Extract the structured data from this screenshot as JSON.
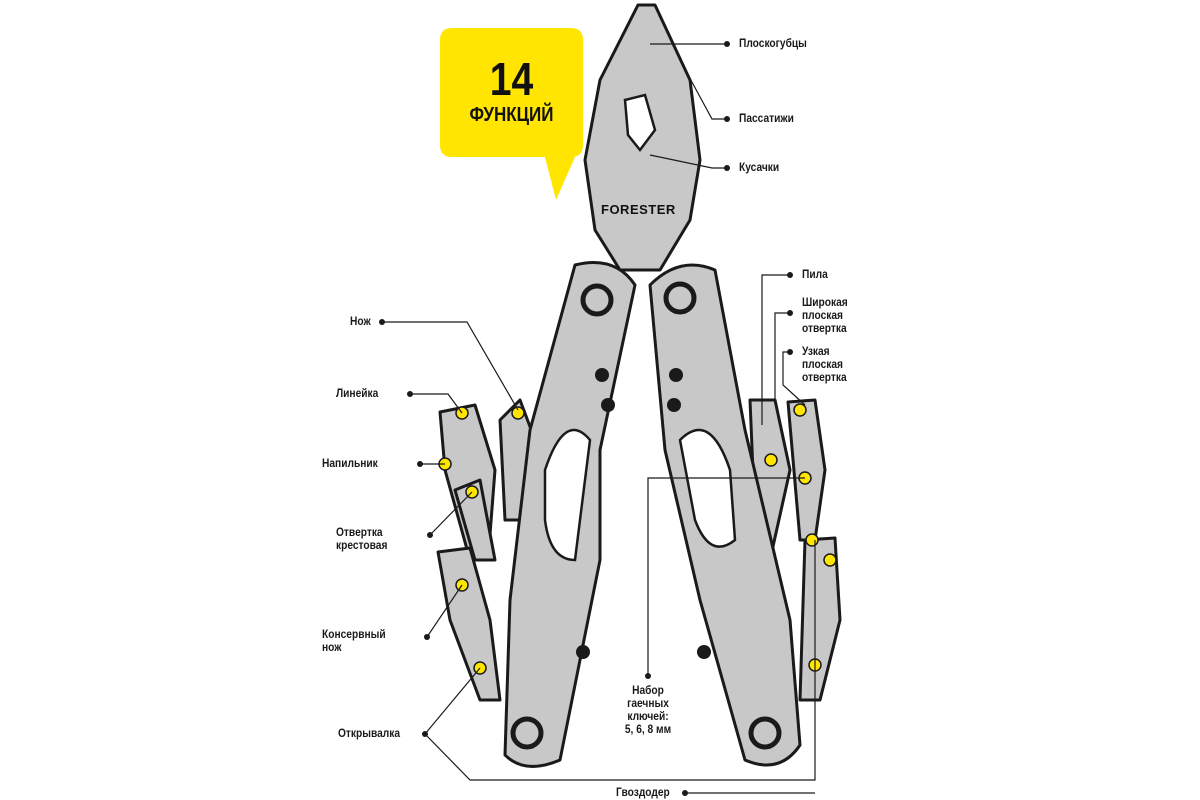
{
  "callout": {
    "number": "14",
    "text": "ФУНКЦИЙ",
    "color": "#ffe500"
  },
  "brand": "FORESTER",
  "labels": {
    "pliers": "Плоскогубцы",
    "combination_pliers": "Пассатижи",
    "wire_cutters": "Кусачки",
    "saw": "Пила",
    "wide_screwdriver": [
      "Широкая",
      "плоская",
      "отвертка"
    ],
    "narrow_screwdriver": [
      "Узкая",
      "плоская",
      "отвертка"
    ],
    "knife": "Нож",
    "ruler": "Линейка",
    "file": "Напильник",
    "phillips": [
      "Отвертка",
      "крестовая"
    ],
    "can_opener": [
      "Консервный",
      "нож"
    ],
    "bottle_opener": "Открывалка",
    "wrench_set": [
      "Набор",
      "гаечных",
      "ключей:",
      "5, 6, 8 мм"
    ],
    "nail_puller": "Гвоздодер"
  },
  "colors": {
    "metal": "#c8c8c8",
    "outline": "#1a1a1a",
    "marker": "#ffe500"
  }
}
